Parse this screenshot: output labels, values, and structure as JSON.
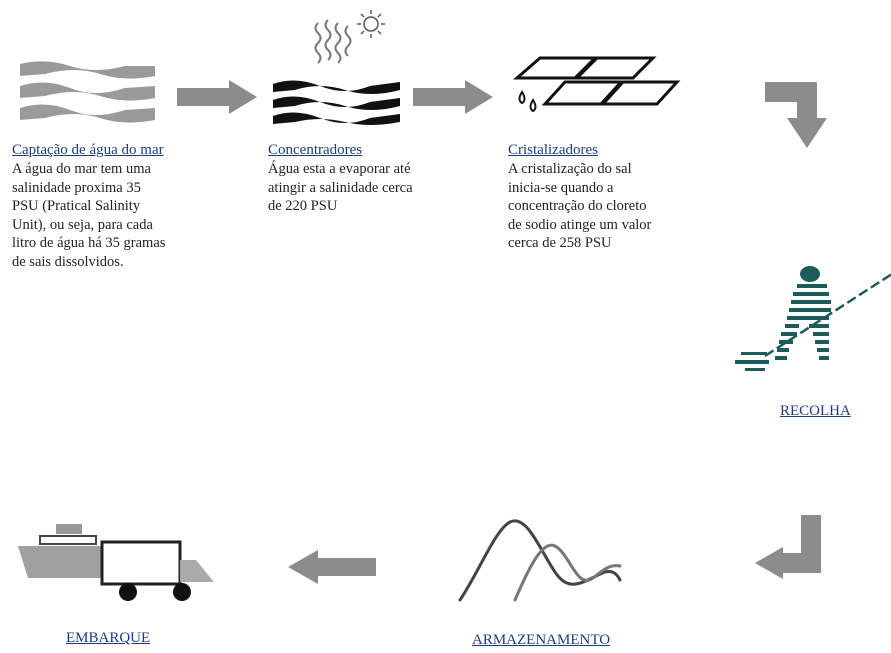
{
  "stages": {
    "captacao": {
      "title": "Captação de água do mar",
      "desc_lines": [
        "A água do mar tem uma",
        "salinidade proxima 35",
        "PSU (Pratical Salinity",
        "Unit), ou seja, para cada",
        "litro de água há 35 gramas",
        "de sais dissolvidos."
      ],
      "icon": "sea-waves-icon"
    },
    "concentradores": {
      "title": "Concentradores",
      "desc_lines": [
        "Água esta a evaporar até",
        "atingir a salinidade cerca",
        "de 220 PSU"
      ],
      "icon": "evaporation-waves-icon"
    },
    "cristalizadores": {
      "title": "Cristalizadores",
      "desc_lines": [
        "A cristalização do sal",
        "inicia-se quando a",
        "concentração do cloreto",
        "de sodio atinge um valor",
        "cerca de 258 PSU"
      ],
      "icon": "salt-pans-icon"
    },
    "recolha": {
      "label": "RECOLHA",
      "icon": "salt-worker-icon"
    },
    "armazenamento": {
      "label": "ARMAZENAMENTO",
      "icon": "salt-mounds-icon"
    },
    "embarque": {
      "label": "EMBARQUE",
      "icon": "cargo-ship-truck-icon"
    }
  },
  "colors": {
    "arrow": "#8c8c8c",
    "link": "#1f3d7a",
    "wave_light": "#9a9a9a",
    "wave_dark": "#111111",
    "worker": "#1d5a5a"
  }
}
